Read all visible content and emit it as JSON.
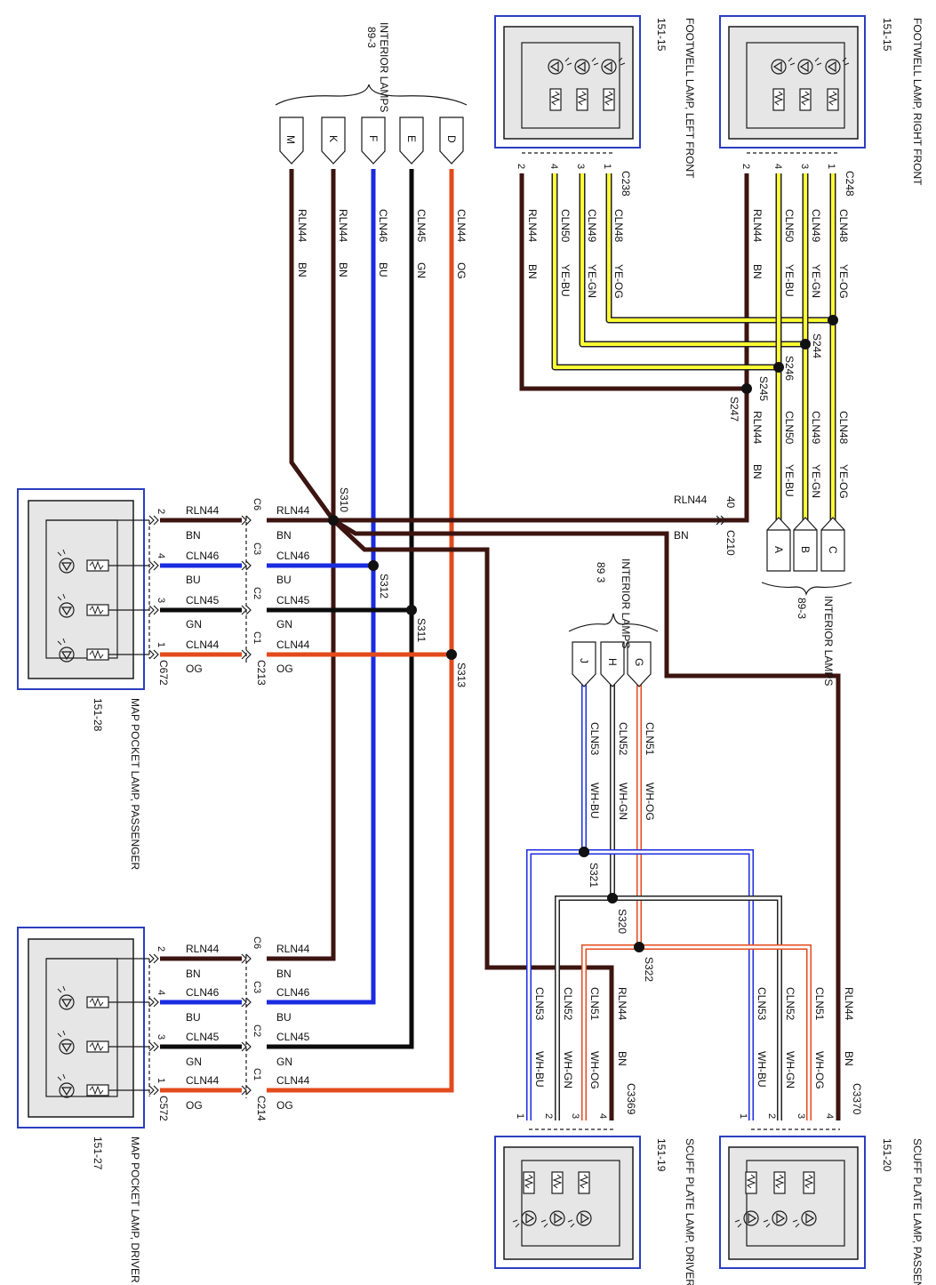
{
  "colors": {
    "BN": "#3c1410",
    "BU": "#1a2be0",
    "GN": "#0b0b0b",
    "OG": "#e34a1c",
    "YE": "#ffff33",
    "WH": "#ffffff",
    "frame": "#2b3fbf",
    "component_fill": "#e6e6e6"
  },
  "components": {
    "footwell_left": {
      "label": "FOOTWELL LAMP, LEFT FRONT",
      "ref": "151-15",
      "connector": "C238",
      "pins": [
        "2",
        "4",
        "3",
        "1"
      ]
    },
    "footwell_right": {
      "label": "FOOTWELL LAMP, RIGHT FRONT",
      "ref": "151-15",
      "connector": "C248",
      "pins": [
        "2",
        "4",
        "3",
        "1"
      ]
    },
    "map_passenger": {
      "label": "MAP POCKET LAMP, PASSENGER",
      "ref": "151-28",
      "connector": "C672",
      "pins": [
        "2",
        "4",
        "3",
        "1"
      ]
    },
    "map_driver": {
      "label": "MAP POCKET LAMP, DRIVER",
      "ref": "151-27",
      "connector": "C572",
      "pins": [
        "2",
        "4",
        "3",
        "1"
      ]
    },
    "scuff_driver": {
      "label": "SCUFF PLATE LAMP, DRIVER",
      "ref": "151-19",
      "connector": "C3369",
      "pins": [
        "1",
        "2",
        "3",
        "4"
      ]
    },
    "scuff_passenger": {
      "label": "SCUFF PLATE LAMP, PASSENGER",
      "ref": "151-20",
      "connector": "C3370",
      "pins": [
        "1",
        "2",
        "3",
        "4"
      ]
    }
  },
  "interior_top": {
    "label": "INTERIOR LAMPS",
    "ref": "89-3",
    "pins": [
      "M",
      "K",
      "F",
      "E",
      "D"
    ]
  },
  "interior_right": {
    "label": "INTERIOR LAMPS",
    "ref": "89-3",
    "pins": [
      "A",
      "B",
      "C"
    ]
  },
  "interior_mid": {
    "label": "INTERIOR LAMPS",
    "ref": "89 3",
    "pins": [
      "J",
      "H",
      "G"
    ]
  },
  "connectors": {
    "c210": "C210",
    "c210_pin": "40",
    "inline_upper": [
      "C6",
      "C3",
      "C2",
      "C1"
    ],
    "inline_upper_end": "C213",
    "inline_lower": [
      "C6",
      "C3",
      "C2",
      "C1"
    ],
    "inline_lower_end": "C214"
  },
  "splices": {
    "s310": "S310",
    "s312": "S312",
    "s311": "S311",
    "s313": "S313",
    "s244": "S244",
    "s246": "S246",
    "s245": "S245",
    "s247": "S247",
    "s321": "S321",
    "s320": "S320",
    "s322": "S322"
  },
  "wires": {
    "rln44": "RLN44",
    "cln46": "CLN46",
    "cln45": "CLN45",
    "cln44": "CLN44",
    "cln48": "CLN48",
    "cln49": "CLN49",
    "cln50": "CLN50",
    "cln51": "CLN51",
    "cln52": "CLN52",
    "cln53": "CLN53",
    "bn": "BN",
    "bu": "BU",
    "gn": "GN",
    "og": "OG",
    "ye_og": "YE-OG",
    "ye_gn": "YE-GN",
    "ye_bu": "YE-BU",
    "wh_og": "WH-OG",
    "wh_gn": "WH-GN",
    "wh_bu": "WH-BU"
  }
}
